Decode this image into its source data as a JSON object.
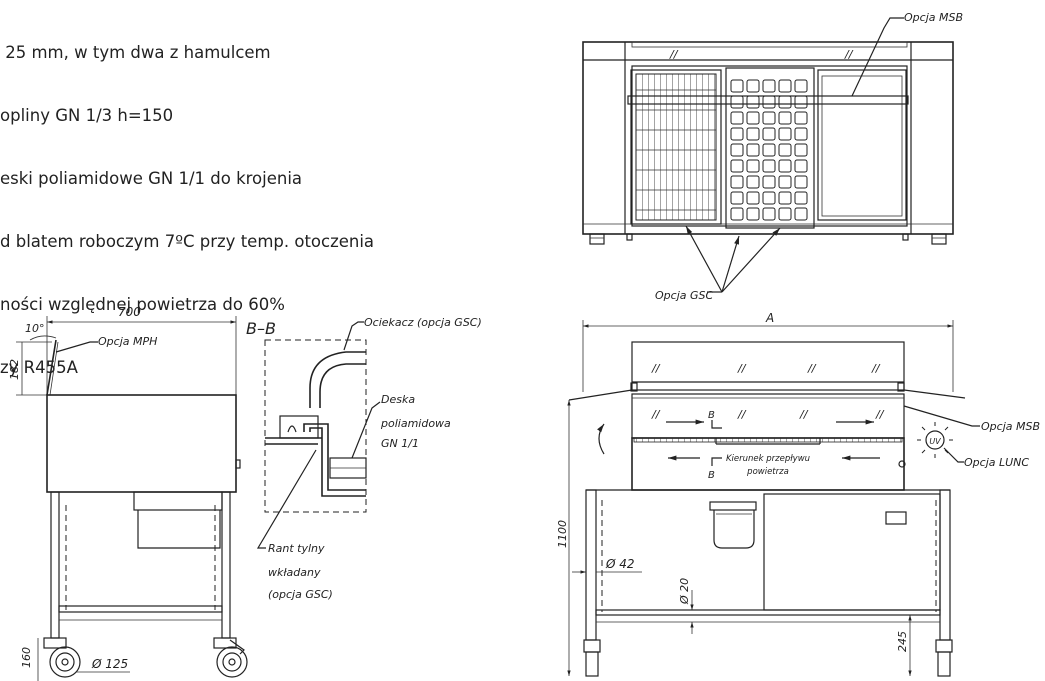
{
  "spec_lines": [
    " 25 mm, w tym dwa z hamulcem",
    "opliny GN 1/3 h=150",
    "eski poliamidowe GN 1/1 do krojenia",
    "d blatem roboczym 7ºC przy temp. otoczenia",
    "ności względnej powietrza do 60%",
    "zy R455A"
  ],
  "labels": {
    "opcja_msb_top": "Opcja MSB",
    "opcja_gsc": "Opcja GSC",
    "dim_700": "700",
    "angle_10": "10°",
    "dim_182": "182",
    "opcja_mph": "Opcja MPH",
    "section_bb": "B–B",
    "ociekacz": "Ociekacz (opcja GSC)",
    "deska_1": "Deska",
    "deska_2": "poliamidowa",
    "deska_3": "GN 1/1",
    "rant_1": "Rant tylny",
    "rant_2": "wkładany",
    "rant_3": "(opcja GSC)",
    "dim_A": "A",
    "opcja_msb_front": "Opcja MSB",
    "opcja_lunc": "Opcja LUNC",
    "uv": "UV",
    "section_mark_b": "B",
    "airflow_1": "Kierunek przepływu",
    "airflow_2": "powietrza",
    "dim_1100": "1100",
    "dim_42": "Ø 42",
    "dim_20": "Ø 20",
    "dim_245": "245",
    "dim_160": "160",
    "dim_125": "Ø 125",
    "glass_mark": "//"
  }
}
